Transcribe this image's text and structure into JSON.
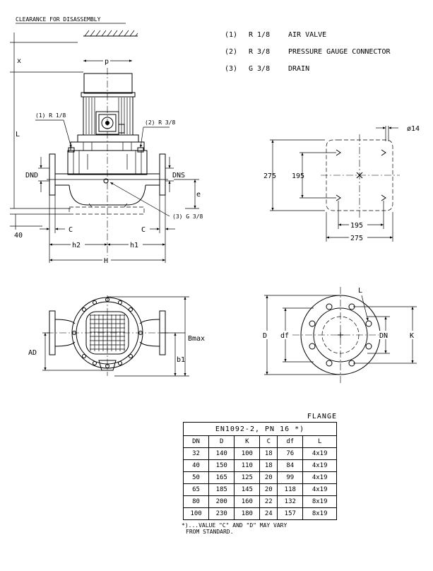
{
  "header": {
    "clearance": "CLEARANCE FOR DISASSEMBLY"
  },
  "legend": [
    {
      "num": "(1)",
      "thread": "R 1/8",
      "desc": "AIR VALVE"
    },
    {
      "num": "(2)",
      "thread": "R 3/8",
      "desc": "PRESSURE GAUGE CONNECTOR"
    },
    {
      "num": "(3)",
      "thread": "G 3/8",
      "desc": "DRAIN"
    }
  ],
  "side_view": {
    "x": "x",
    "p": "p",
    "L": "L",
    "callout1": "(1) R 1/8",
    "callout2": "(2) R 3/8",
    "callout3": "(3) G 3/8",
    "DND": "DND",
    "DNS": "DNS",
    "e": "e",
    "forty": "40",
    "C_left": "C",
    "C_right": "C",
    "h2": "h2",
    "h1": "h1",
    "H": "H"
  },
  "base_plate": {
    "hole": "ø14",
    "v_outer": "275",
    "v_inner": "195",
    "h_inner": "195",
    "h_outer": "275"
  },
  "top_view": {
    "AD": "AD",
    "Bmax": "Bmax",
    "b1": "b1"
  },
  "flange_view": {
    "L": "L",
    "D": "D",
    "df": "df",
    "DN": "DN",
    "K": "K"
  },
  "flange_table": {
    "caption": "FLANGE",
    "standard": "EN1092-2, PN 16 *)",
    "headers": [
      "DN",
      "D",
      "K",
      "C",
      "df",
      "L"
    ],
    "rows": [
      [
        "32",
        "140",
        "100",
        "18",
        "76",
        "4x19"
      ],
      [
        "40",
        "150",
        "110",
        "18",
        "84",
        "4x19"
      ],
      [
        "50",
        "165",
        "125",
        "20",
        "99",
        "4x19"
      ],
      [
        "65",
        "185",
        "145",
        "20",
        "118",
        "4x19"
      ],
      [
        "80",
        "200",
        "160",
        "22",
        "132",
        "8x19"
      ],
      [
        "100",
        "230",
        "180",
        "24",
        "157",
        "8x19"
      ]
    ],
    "note_line1": "*)...VALUE \"C\" AND \"D\" MAY VARY",
    "note_line2": "FROM STANDARD."
  }
}
